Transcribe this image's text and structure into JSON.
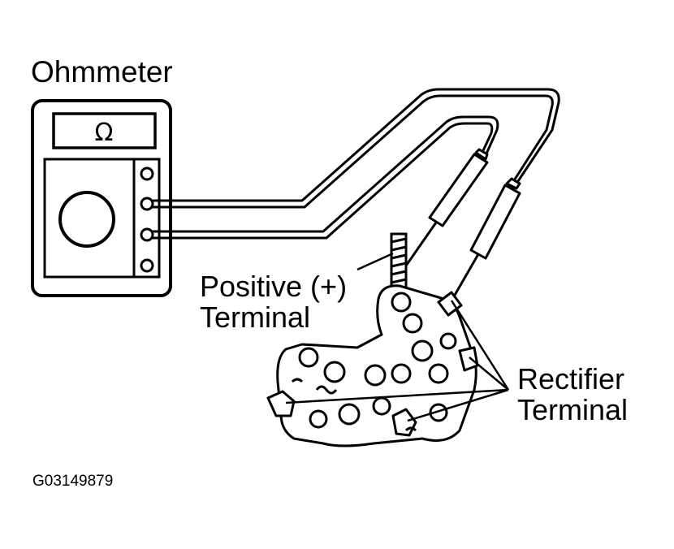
{
  "labels": {
    "meter": "Ohmmeter",
    "meter_symbol": "Ω",
    "positive_line1": "Positive (+)",
    "positive_line2": "Terminal",
    "rectifier_line1": "Rectifier",
    "rectifier_line2": "Terminal",
    "figure_code": "G03149879"
  },
  "icons": [
    "ohmmeter-icon",
    "test-probe-icon",
    "rectifier-holder-icon"
  ]
}
